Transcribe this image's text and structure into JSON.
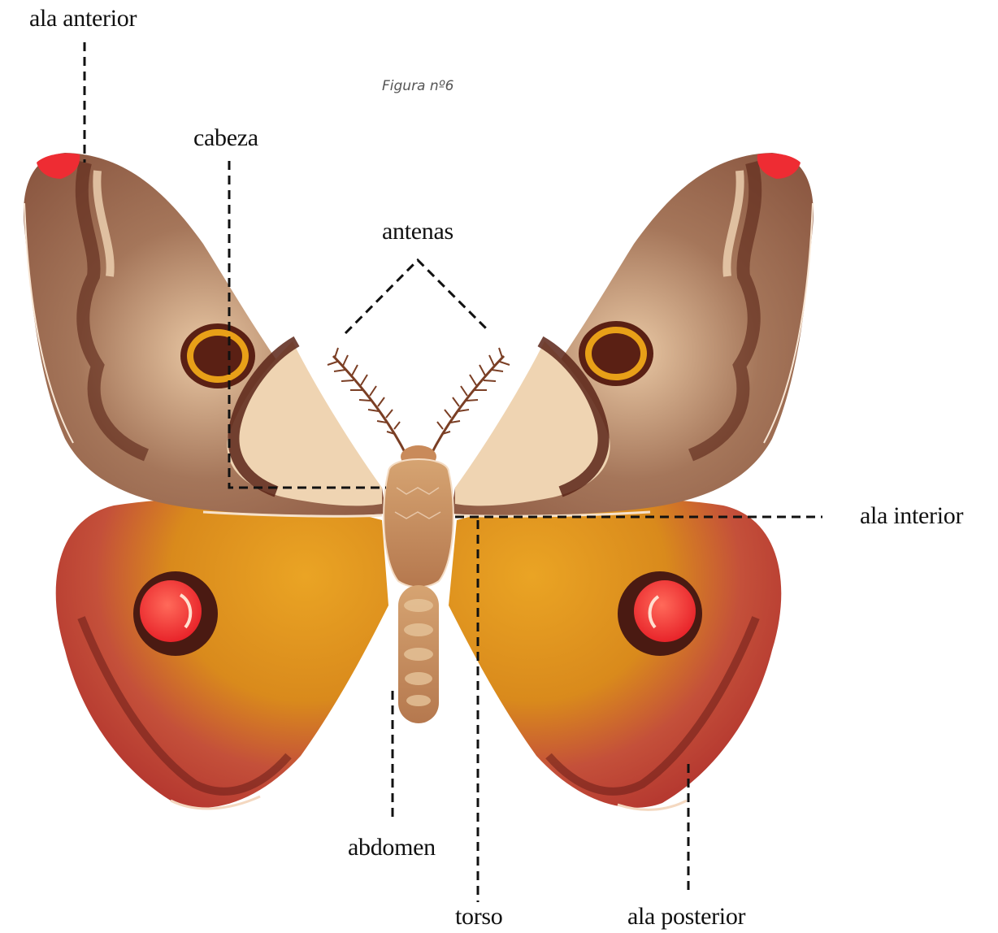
{
  "figure": {
    "caption": "Figura nº6"
  },
  "labels": {
    "ala_anterior": "ala anterior",
    "cabeza": "cabeza",
    "antenas": "antenas",
    "ala_interior": "ala interior",
    "abdomen": "abdomen",
    "torso": "torso",
    "ala_posterior": "ala posterior"
  },
  "colors": {
    "forewing_outer": "#a87058",
    "forewing_mid": "#8a5a3e",
    "forewing_light": "#efd2b0",
    "forewing_dark_band": "#5a2a1c",
    "forewing_tip": "#e83a3a",
    "eyespot_ring": "#e8a018",
    "hindwing_red": "#c8403a",
    "hindwing_gold": "#e09a20",
    "hindwing_eyespot": "#ff3a3a",
    "body": "#c99060",
    "leader_line": "#111111"
  }
}
